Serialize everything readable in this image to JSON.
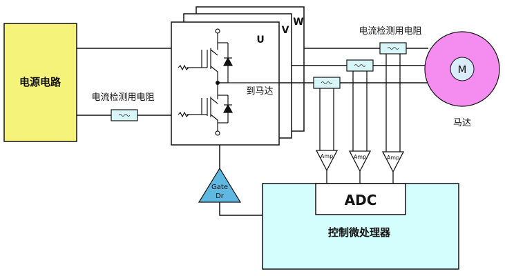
{
  "power_block": {
    "label": "电源电路",
    "fill": "#f5f37a"
  },
  "shunt_label_left": "电流检测用电阻",
  "shunt_label_top": "电流检测用电阻",
  "inverter": {
    "phase_u": "U",
    "phase_v": "V",
    "phase_w": "W"
  },
  "to_motor_label": "到马达",
  "motor": {
    "symbol": "M",
    "label": "马达",
    "ring_color": "#f58cf0",
    "hub_color": "#d9ecfb"
  },
  "gate_driver": {
    "line1": "Gate",
    "line2": "Dr",
    "color": "#5fb8e0"
  },
  "amps": [
    "Amp",
    "Amp",
    "Amp"
  ],
  "adc_label": "ADC",
  "mcu": {
    "label": "控制微处理器",
    "fill": "#d4fdfd"
  },
  "resistor_color": "#d8f6f8"
}
